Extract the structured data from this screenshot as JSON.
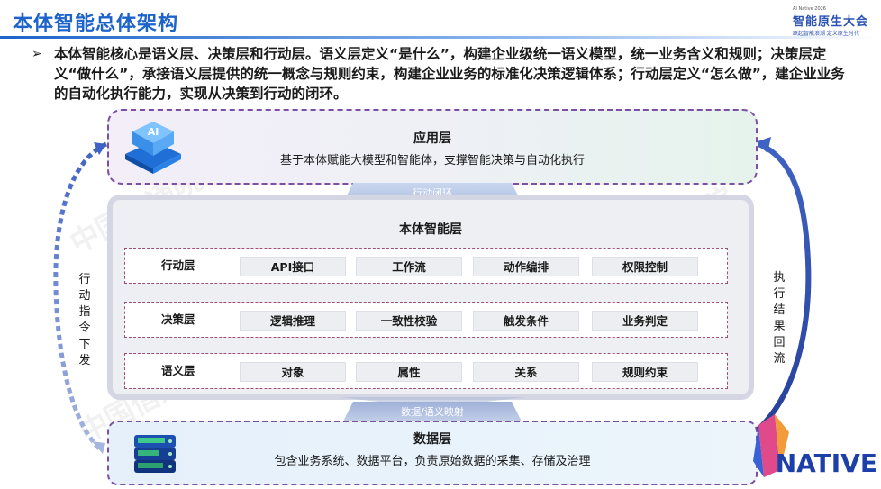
{
  "header": {
    "title": "本体智能总体架构",
    "logo": {
      "small": "AI Native 2026",
      "name": "智能原生大会",
      "slogan": "跃起智能浪潮  定义原生时代"
    }
  },
  "intro": "本体智能核心是语义层、决策层和行动层。语义层定义“是什么”，构建企业级统一语义模型，统一业务含义和规则；决策层定义“做什么”，承接语义层提供的统一概念与规则约束，构建企业业务的标准化决策逻辑体系；行动层定义“怎么做”，建企业业务的自动化执行能力，实现从决策到行动的闭环。",
  "app_layer": {
    "title": "应用层",
    "desc": "基于本体赋能大模型和智能体，支撑智能决策与自动化执行",
    "icon": "ai-chip-icon",
    "icon_text": "AI"
  },
  "connector_top": "行动闭环",
  "connector_bottom": "数据/语义映射",
  "ontology_layer": {
    "title": "本体智能层",
    "rows": [
      {
        "label": "行动层",
        "cells": [
          "API接口",
          "工作流",
          "动作编排",
          "权限控制"
        ]
      },
      {
        "label": "决策层",
        "cells": [
          "逻辑推理",
          "一致性校验",
          "触发条件",
          "业务判定"
        ]
      },
      {
        "label": "语义层",
        "cells": [
          "对象",
          "属性",
          "关系",
          "规则约束"
        ]
      }
    ]
  },
  "data_layer": {
    "title": "数据层",
    "desc": "包含业务系统、数据平台，负责原始数据的采集、存储及治理",
    "icon": "server-stack-icon"
  },
  "side_labels": {
    "left": "行动指令下发",
    "right": "执行结果回流"
  },
  "brand": {
    "text": "NATIVE"
  },
  "watermark": "中国信通院",
  "colors": {
    "title_blue": "#1d63c9",
    "dashed_purple": "#7b4fa3",
    "row_dash": "#a14b78",
    "arrow_blue": "#3f63c2"
  }
}
